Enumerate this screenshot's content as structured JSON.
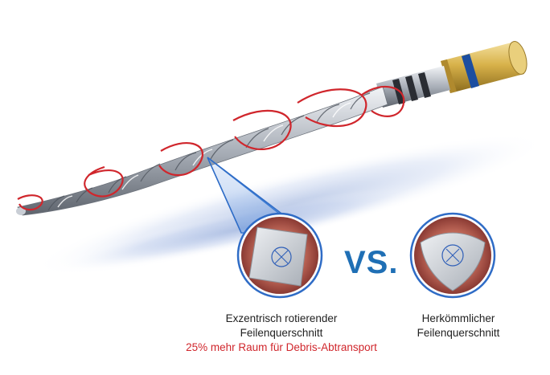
{
  "comparison": {
    "left_caption": {
      "line1": "Exzentrisch rotierender",
      "line2": "Feilenquerschnitt",
      "highlight": "25% mehr Raum für Debris-Abtransport"
    },
    "vs_label": "VS.",
    "right_caption": {
      "line1": "Herkömmlicher",
      "line2": "Feilenquerschnitt"
    }
  },
  "colors": {
    "accent_red": "#d0262c",
    "vs_blue": "#1f6fb5",
    "handle_gold": "#d8b24a",
    "handle_ring_blue": "#1c4ea0",
    "canal_tissue": "#b5564a",
    "zoom_blue": "#3b7bd4"
  },
  "icons": {
    "instrument": "endodontic-file-illustration",
    "cross_section_left": "eccentric-rectangle-cross-section-icon",
    "cross_section_right": "triangular-cross-section-icon"
  }
}
